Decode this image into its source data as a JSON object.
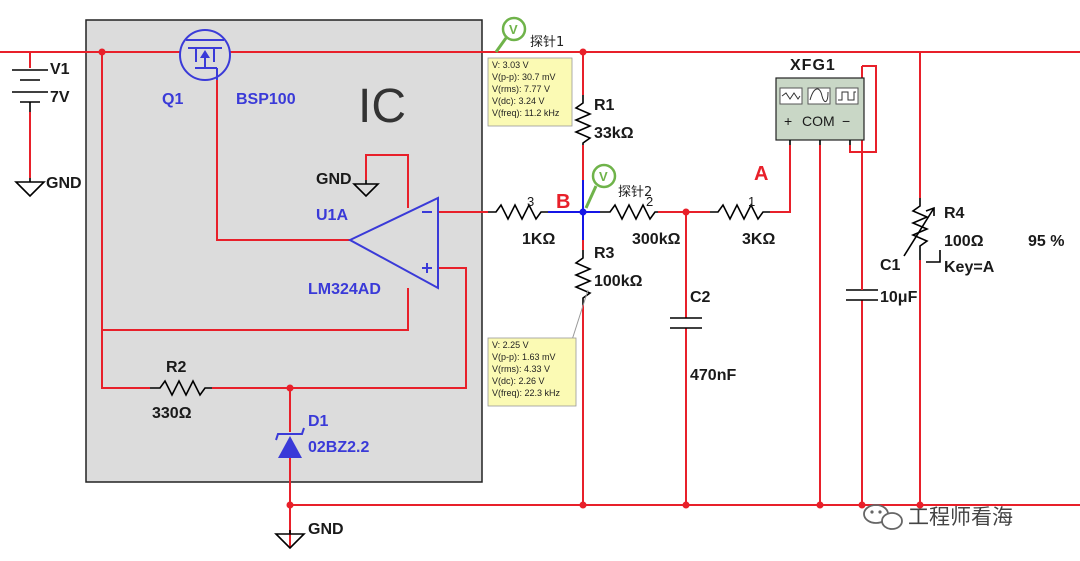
{
  "ic": {
    "label": "IC"
  },
  "parts": {
    "gnd_label": "GND",
    "v1": {
      "name": "V1",
      "value": "7V"
    },
    "q1": {
      "name": "Q1",
      "model": "BSP100"
    },
    "u1a": {
      "name": "U1A",
      "model": "LM324AD"
    },
    "r2": {
      "name": "R2",
      "value": "330Ω"
    },
    "d1": {
      "name": "D1",
      "model": "02BZ2.2"
    },
    "r_1k": {
      "pin": "3",
      "value": "1KΩ"
    },
    "r_300k": {
      "pin": "2",
      "value": "300kΩ"
    },
    "r_3k": {
      "pin": "1",
      "value": "3KΩ"
    },
    "r1": {
      "name": "R1",
      "value": "33kΩ"
    },
    "r3": {
      "name": "R3",
      "value": "100kΩ"
    },
    "c2": {
      "name": "C2",
      "value": "470nF"
    },
    "c1": {
      "name": "C1",
      "value": "10μF"
    },
    "r4": {
      "name": "R4",
      "value": "100Ω",
      "key": "Key=A",
      "percent": "95 %"
    },
    "xfg1": {
      "name": "XFG1",
      "plus": "+",
      "com": "COM",
      "minus": "−"
    }
  },
  "nodes": {
    "a": "A",
    "b": "B"
  },
  "probes": {
    "p1": {
      "name": "探针1",
      "lines": [
        "V: 3.03 V",
        "V(p-p): 30.7 mV",
        "V(rms): 7.77 V",
        "V(dc): 3.24 V",
        "V(freq): 11.2 kHz"
      ]
    },
    "p2": {
      "name": "探针2",
      "lines": [
        "V: 2.25 V",
        "V(p-p): 1.63 mV",
        "V(rms): 4.33 V",
        "V(dc): 2.26 V",
        "V(freq): 22.3 kHz"
      ]
    }
  },
  "colors": {
    "wire": "#e8202a",
    "node_b_wire": "#1515e6",
    "component_blue": "#3a3ad8",
    "probe_green": "#6fb34a",
    "probe_box": "#fbfab4",
    "ic_fill": "#dcdcdc"
  },
  "watermark": {
    "text": "工程师看海"
  }
}
